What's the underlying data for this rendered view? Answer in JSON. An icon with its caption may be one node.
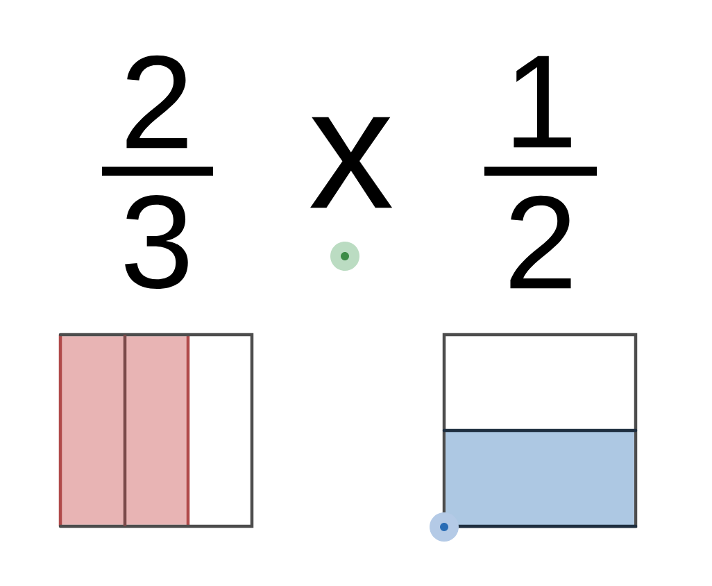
{
  "diagram": {
    "labels": [
      "2",
      "3",
      "x",
      "1",
      "2"
    ]
  }
}
